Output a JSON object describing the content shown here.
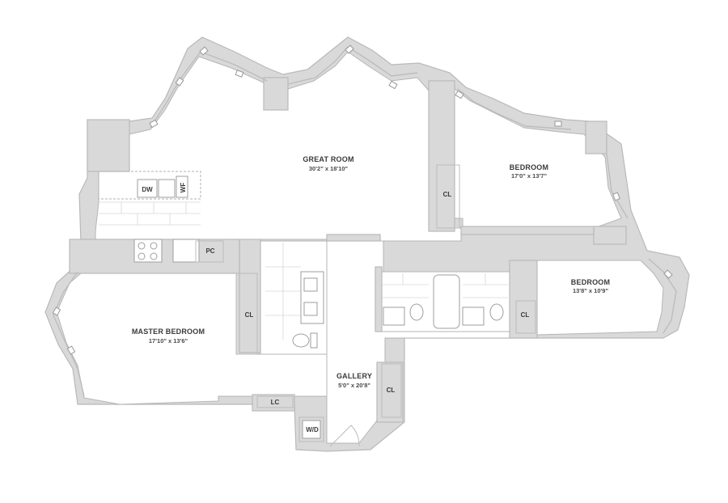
{
  "rooms": {
    "great_room": {
      "name": "GREAT ROOM",
      "dims": "30'2\" x 18'10\""
    },
    "bedroom_1": {
      "name": "BEDROOM",
      "dims": "17'0\" x 13'7\""
    },
    "bedroom_2": {
      "name": "BEDROOM",
      "dims": "13'8\" x 10'9\""
    },
    "master_bedroom": {
      "name": "MASTER BEDROOM",
      "dims": "17'10\" x 13'6\""
    },
    "gallery": {
      "name": "GALLERY",
      "dims": "5'0\" x 20'8\""
    }
  },
  "labels": {
    "dishwasher": "DW",
    "wine_fridge": "WF",
    "pantry_closet": "PC",
    "closet_bedroom_1": "CL",
    "closet_master": "CL",
    "closet_bedroom_2": "CL",
    "closet_gallery": "CL",
    "linen_closet": "LC",
    "washer_dryer": "W/D"
  },
  "colors": {
    "wall": "#d9d9d9",
    "floor": "#ffffff",
    "text": "#3a3a3a"
  }
}
